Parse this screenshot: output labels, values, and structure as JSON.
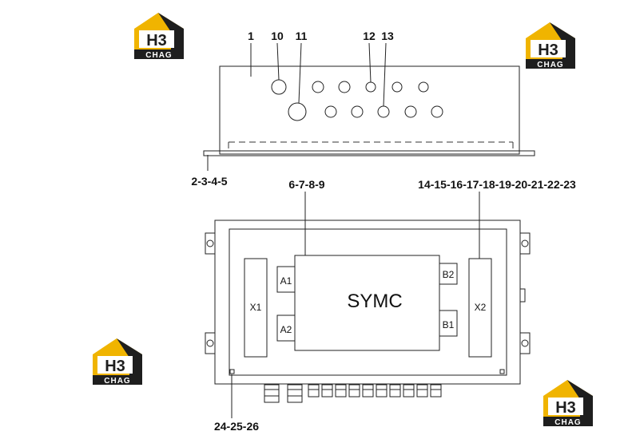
{
  "callouts": {
    "c1": "1",
    "c10": "10",
    "c11": "11",
    "c12": "12",
    "c13": "13",
    "c2_5": "2-3-4-5",
    "c6_9": "6-7-8-9",
    "c14_23": "14-15-16-17-18-19-20-21-22-23",
    "c24_26": "24-25-26"
  },
  "parts": {
    "x1": "X1",
    "x2": "X2",
    "a1": "A1",
    "a2": "A2",
    "b1": "B1",
    "b2": "B2",
    "module": "SYMC"
  },
  "logo": {
    "mark": "H3",
    "word": "CHAG"
  },
  "colors": {
    "logo_yellow": "#f0b400",
    "logo_dark": "#1e1e1e",
    "line": "#222222"
  }
}
